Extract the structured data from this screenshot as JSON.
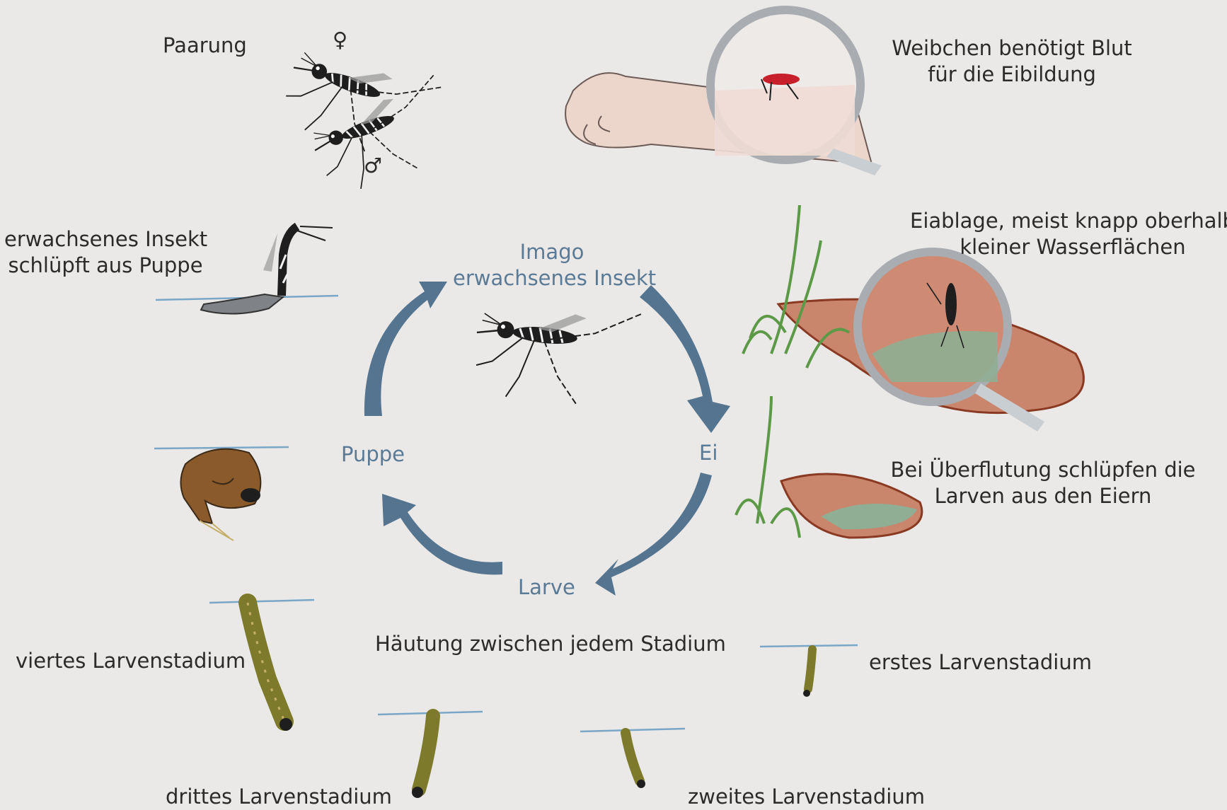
{
  "cycle": {
    "imago": "Imago",
    "imago_sub": "erwachsenes Insekt",
    "egg": "Ei",
    "larva": "Larve",
    "pupa": "Puppe"
  },
  "labels": {
    "mating": "Paarung",
    "female_symbol": "♀",
    "male_symbol": "♂",
    "blood_line1": "Weibchen benötigt Blut",
    "blood_line2": "für die Eibildung",
    "egglaying_line1": "Eiablage, meist knapp oberhalb",
    "egglaying_line2": "kleiner Wasserflächen",
    "flooding_line1": "Bei Überflutung schlüpfen die",
    "flooding_line2": "Larven aus den Eiern",
    "emerge_line1": "erwachsenes Insekt",
    "emerge_line2": "schlüpft aus Puppe",
    "molting": "Häutung zwischen jedem Stadium",
    "larva1": "erstes Larvenstadium",
    "larva2": "zweites Larvenstadium",
    "larva3": "drittes Larvenstadium",
    "larva4": "viertes Larvenstadium"
  },
  "colors": {
    "background": "#ebe9e7",
    "cycle_arrow": "#55748f",
    "cycle_text": "#5a7a96",
    "water": "#7aa7c7",
    "clay_dish": "#c9866c",
    "water_in_dish": "#8fae93",
    "grass": "#5d9a48",
    "larva": "#7d7a2c",
    "pupa": "#8a5a2a",
    "skin": "#ecd6cc",
    "blood": "#c8202a"
  }
}
